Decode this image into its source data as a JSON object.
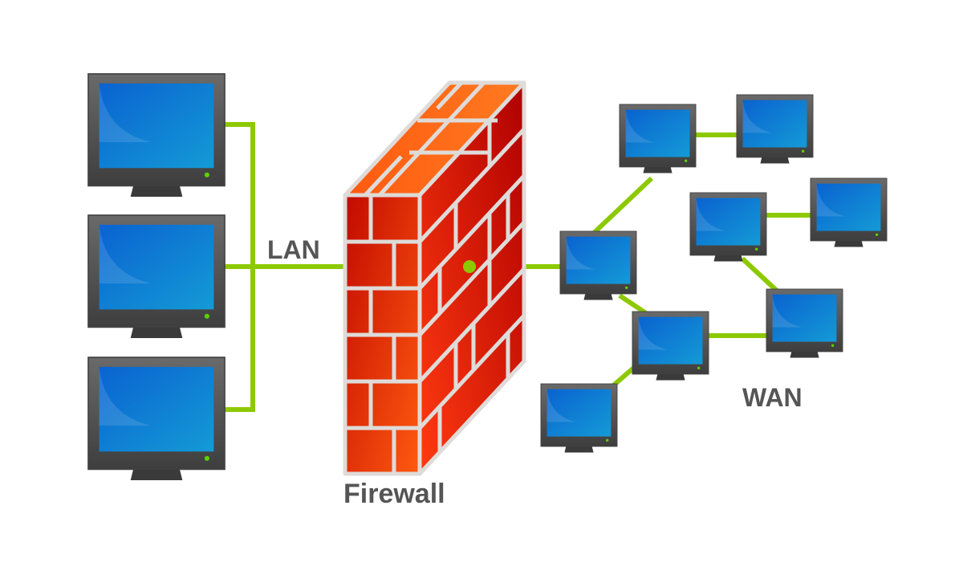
{
  "labels": {
    "lan": "LAN",
    "wan": "WAN",
    "firewall": "Firewall"
  },
  "colors": {
    "link": "#8dc900",
    "brick_dark": "#c20a00",
    "brick_light": "#ff6a10",
    "mortar": "#dedbd8",
    "monitor_bezel": "#5a5a5a",
    "screen": "#1a7fd6",
    "text": "#555555"
  },
  "nodes": {
    "lan": [
      "lan-pc-1",
      "lan-pc-2",
      "lan-pc-3"
    ],
    "wan": [
      "wan-pc-a",
      "wan-pc-b",
      "wan-pc-c",
      "wan-pc-d",
      "wan-pc-e",
      "wan-pc-f",
      "wan-pc-g",
      "wan-pc-h"
    ]
  },
  "edges": [
    [
      "lan-pc-1",
      "lan-bus"
    ],
    [
      "lan-pc-2",
      "lan-bus"
    ],
    [
      "lan-pc-3",
      "lan-bus"
    ],
    [
      "lan-bus",
      "firewall"
    ],
    [
      "firewall",
      "wan-pc-e"
    ],
    [
      "wan-pc-e",
      "wan-pc-a"
    ],
    [
      "wan-pc-a",
      "wan-pc-b"
    ],
    [
      "wan-pc-c",
      "wan-pc-d"
    ],
    [
      "wan-pc-c",
      "wan-pc-f"
    ],
    [
      "wan-pc-e",
      "wan-pc-g"
    ],
    [
      "wan-pc-g",
      "wan-pc-f"
    ],
    [
      "wan-pc-g",
      "wan-pc-h"
    ]
  ]
}
